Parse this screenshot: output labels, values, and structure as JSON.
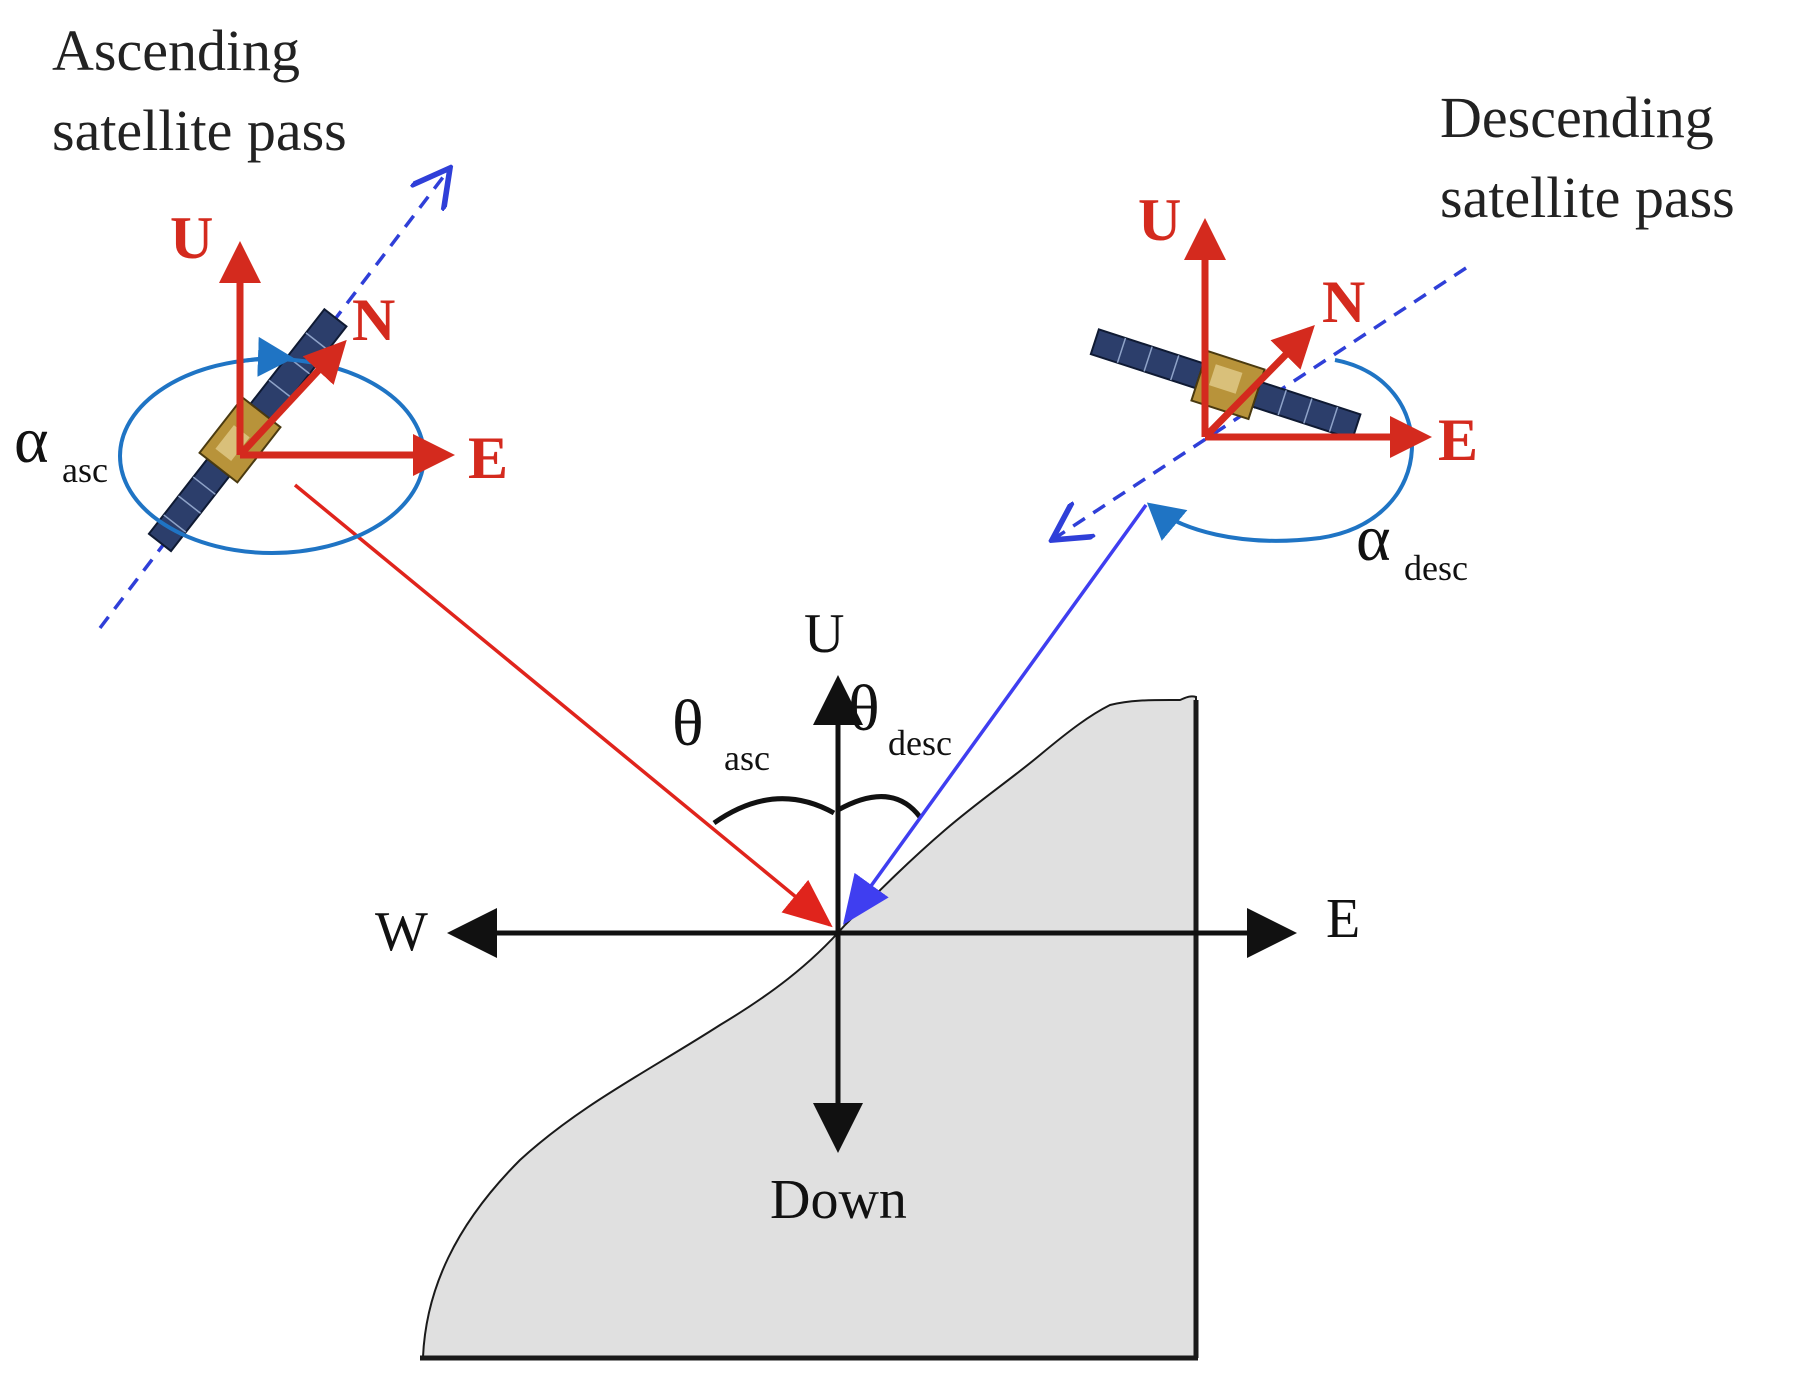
{
  "colors": {
    "frame_red": "#d42a1e",
    "look_red": "#e0241c",
    "look_blue": "#3f3ef0",
    "track_blue": "#2f3fd8",
    "orbit_blue": "#1f74c4",
    "terrain_fill": "#e0e0e0",
    "axis_black": "#111111"
  },
  "labels": {
    "ascending_line1": "Ascending",
    "ascending_line2": "satellite pass",
    "descending_line1": "Descending",
    "descending_line2": "satellite pass",
    "frame_up": "U",
    "frame_north": "N",
    "frame_east": "E",
    "alpha_symbol": "α",
    "alpha_asc_sub": "asc",
    "alpha_desc_sub": "desc",
    "theta_symbol": "θ",
    "theta_asc_sub": "asc",
    "theta_desc_sub": "desc",
    "ground_up": "U",
    "ground_west": "W",
    "ground_east": "E",
    "ground_down": "Down"
  },
  "icons": {
    "satellite_ascending": "satellite-icon",
    "satellite_descending": "satellite-icon"
  }
}
